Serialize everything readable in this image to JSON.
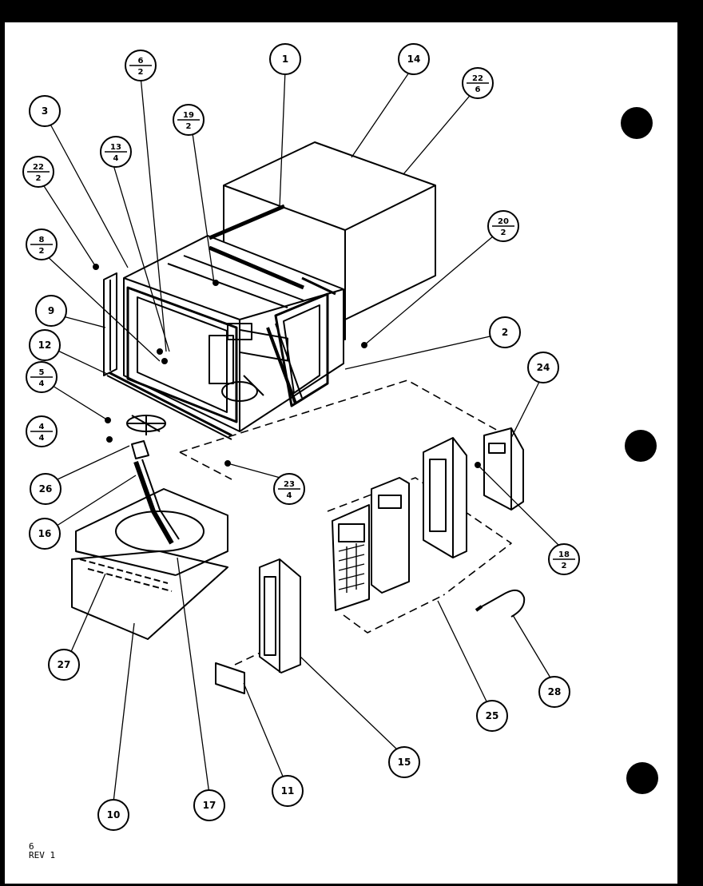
{
  "callouts": [
    {
      "id": "c1",
      "top": "1",
      "bottom": ""
    },
    {
      "id": "c14",
      "top": "14",
      "bottom": ""
    },
    {
      "id": "c22_6",
      "top": "22",
      "bottom": "6"
    },
    {
      "id": "c6_2",
      "top": "6",
      "bottom": "2"
    },
    {
      "id": "c19_2",
      "top": "19",
      "bottom": "2"
    },
    {
      "id": "c3",
      "top": "3",
      "bottom": ""
    },
    {
      "id": "c13_4",
      "top": "13",
      "bottom": "4"
    },
    {
      "id": "c22_2",
      "top": "22",
      "bottom": "2"
    },
    {
      "id": "c20_2",
      "top": "20",
      "bottom": "2"
    },
    {
      "id": "c8_2",
      "top": "8",
      "bottom": "2"
    },
    {
      "id": "c9",
      "top": "9",
      "bottom": ""
    },
    {
      "id": "c2",
      "top": "2",
      "bottom": ""
    },
    {
      "id": "c12",
      "top": "12",
      "bottom": ""
    },
    {
      "id": "c24",
      "top": "24",
      "bottom": ""
    },
    {
      "id": "c5_4",
      "top": "5",
      "bottom": "4"
    },
    {
      "id": "c4_4",
      "top": "4",
      "bottom": "4"
    },
    {
      "id": "c26",
      "top": "26",
      "bottom": ""
    },
    {
      "id": "c23_4",
      "top": "23",
      "bottom": "4"
    },
    {
      "id": "c16",
      "top": "16",
      "bottom": ""
    },
    {
      "id": "c18_2",
      "top": "18",
      "bottom": "2"
    },
    {
      "id": "c27",
      "top": "27",
      "bottom": ""
    },
    {
      "id": "c28",
      "top": "28",
      "bottom": ""
    },
    {
      "id": "c25",
      "top": "25",
      "bottom": ""
    },
    {
      "id": "c15",
      "top": "15",
      "bottom": ""
    },
    {
      "id": "c11",
      "top": "11",
      "bottom": ""
    },
    {
      "id": "c17",
      "top": "17",
      "bottom": ""
    },
    {
      "id": "c10",
      "top": "10",
      "bottom": ""
    }
  ],
  "footer": {
    "page": "6",
    "revision": "REV 1"
  }
}
